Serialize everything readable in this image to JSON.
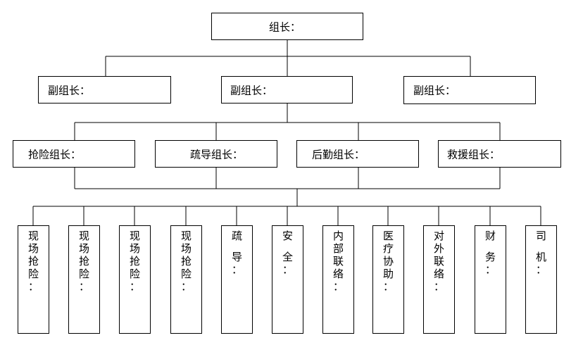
{
  "leader": {
    "label": "组长："
  },
  "deputies": [
    {
      "label": "副组长："
    },
    {
      "label": "副组长："
    },
    {
      "label": "副组长："
    }
  ],
  "team_leaders": [
    {
      "label": "抢险组长："
    },
    {
      "label": "疏导组长："
    },
    {
      "label": "后勤组长："
    },
    {
      "label": "救援组长："
    }
  ],
  "members": [
    {
      "label": "现场抢险："
    },
    {
      "label": "现场抢险："
    },
    {
      "label": "现场抢险："
    },
    {
      "label": "现场抢险："
    },
    {
      "label": "疏 导："
    },
    {
      "label": "安 全："
    },
    {
      "label": "内部联络："
    },
    {
      "label": "医疗协助："
    },
    {
      "label": "对外联络："
    },
    {
      "label": "财 务："
    },
    {
      "label": "司 机："
    }
  ]
}
